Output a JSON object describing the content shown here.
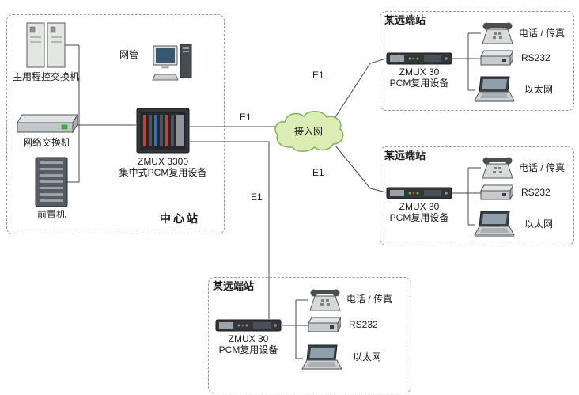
{
  "center_station": {
    "title": "中心站",
    "pbx_label": "主用程控交换机",
    "nms_label": "网管",
    "switch_label": "网络交换机",
    "front_label": "前置机",
    "zmux_name": "ZMUX 3300",
    "zmux_desc": "集中式PCM复用设备"
  },
  "cloud_label": "接入网",
  "e1": {
    "center": "E1",
    "top": "E1",
    "middle": "E1",
    "bottom": "E1"
  },
  "stations": [
    {
      "title": "某远端站",
      "device_name": "ZMUX 30",
      "device_desc": "PCM复用设备",
      "phone_label": "电话 / 传真",
      "rs232_label": "RS232",
      "ethernet_label": "以太网"
    },
    {
      "title": "某远端站",
      "device_name": "ZMUX 30",
      "device_desc": "PCM复用设备",
      "phone_label": "电话 / 传真",
      "rs232_label": "RS232",
      "ethernet_label": "以太网"
    },
    {
      "title": "某远端站",
      "device_name": "ZMUX 30",
      "device_desc": "PCM复用设备",
      "phone_label": "电话 / 传真",
      "rs232_label": "RS232",
      "ethernet_label": "以太网"
    }
  ],
  "colors": {
    "cloud_fill": "#d9edb4",
    "cloud_stroke": "#82b25c",
    "line": "#4a4a4a",
    "led_green": "#3cb53c"
  }
}
